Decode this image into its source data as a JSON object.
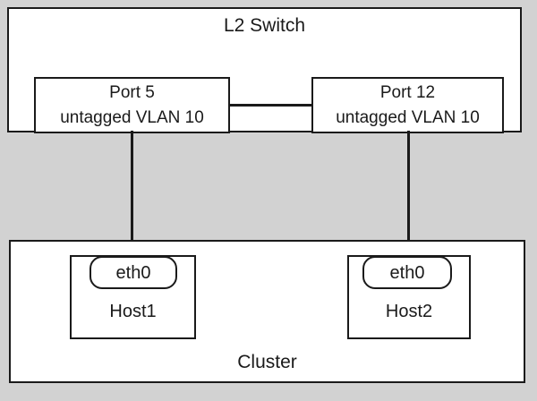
{
  "diagram": {
    "type": "network-topology",
    "switch": {
      "title": "L2 Switch",
      "ports": [
        {
          "id": "port5",
          "name": "Port 5",
          "vlan": "untagged VLAN 10"
        },
        {
          "id": "port12",
          "name": "Port 12",
          "vlan": "untagged VLAN 10"
        }
      ]
    },
    "cluster": {
      "title": "Cluster",
      "hosts": [
        {
          "id": "host1",
          "name": "Host1",
          "nic": "eth0"
        },
        {
          "id": "host2",
          "name": "Host2",
          "nic": "eth0"
        }
      ]
    },
    "links": [
      {
        "from": "Port 5",
        "to": "Host1 eth0"
      },
      {
        "from": "Port 12",
        "to": "Host2 eth0"
      },
      {
        "from": "Port 5",
        "to": "Port 12"
      }
    ],
    "colors": {
      "stroke": "#1a1a1a",
      "fill": "#ffffff",
      "background": "#d2d2d2"
    }
  }
}
